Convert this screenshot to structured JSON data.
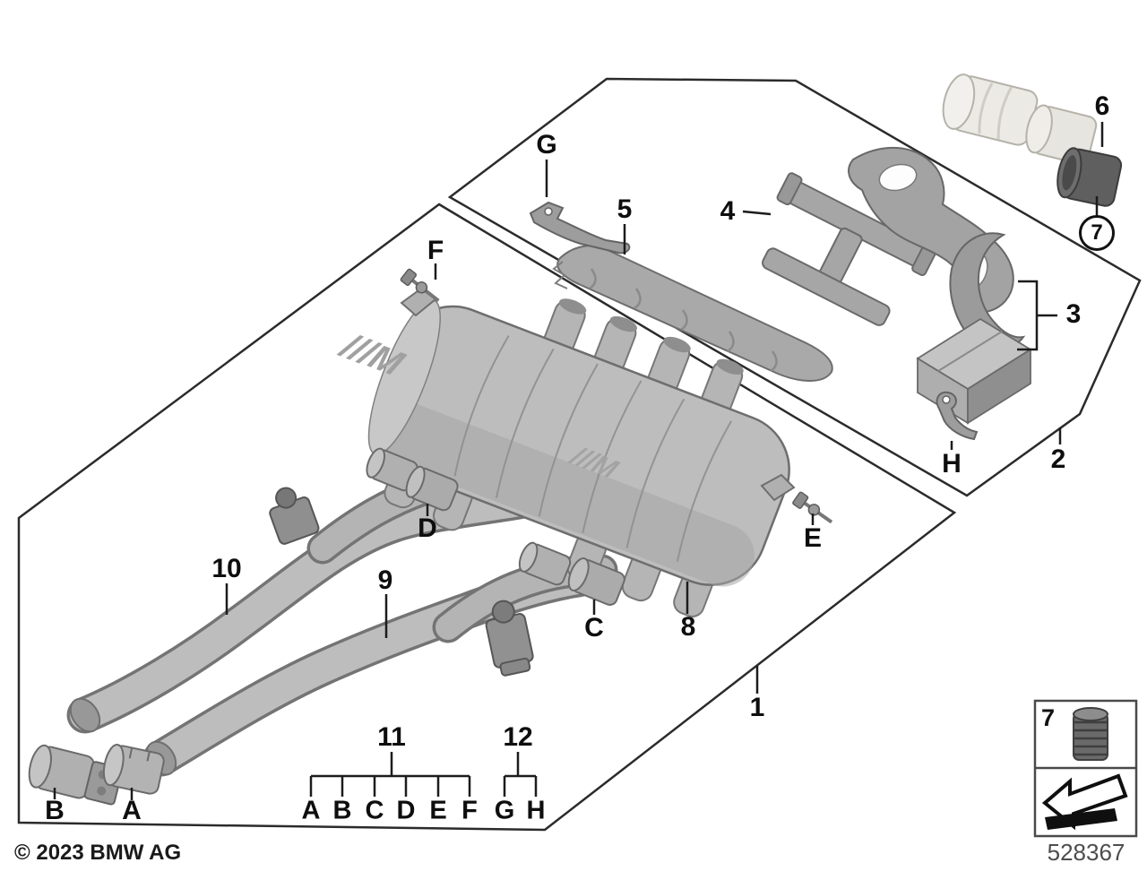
{
  "footer": {
    "copyright": "© 2023 BMW AG",
    "diagram_number": "528367"
  },
  "legend_box": {
    "item_label": "7"
  },
  "muffler_logo": "///M",
  "callouts": {
    "one": "1",
    "two": "2",
    "three": "3",
    "four": "4",
    "five": "5",
    "six": "6",
    "seven_circled": "7",
    "eight": "8",
    "nine": "9",
    "ten": "10",
    "eleven": "11",
    "twelve": "12",
    "c": "C",
    "d": "D",
    "e": "E",
    "f": "F",
    "g": "G",
    "h": "H"
  },
  "fastener_row": {
    "letters": [
      "A",
      "B",
      "C",
      "D",
      "E",
      "F",
      "G",
      "H"
    ]
  },
  "left_fasteners": {
    "b": "B",
    "a": "A"
  },
  "colors": {
    "part_fill": "#b9b9b9",
    "part_outline": "#6b6b6b",
    "tip_light": "#eceae5",
    "tip_dark": "#5f5f5f",
    "frame_line": "#2b2b2b",
    "label_color": "#0e0e0e"
  }
}
